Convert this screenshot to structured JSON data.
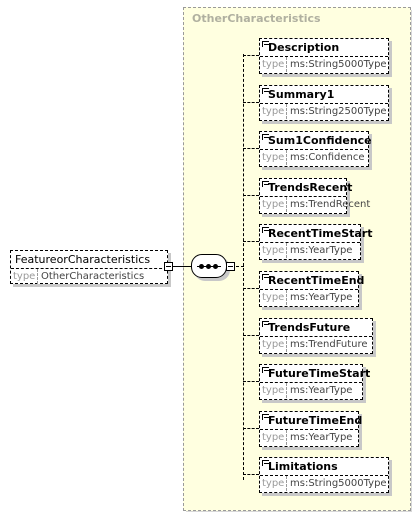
{
  "root": {
    "name": "FeatureorCharacteristics",
    "type_label": "type",
    "type_value": "OtherCharacteristics"
  },
  "complex_type": {
    "title": "OtherCharacteristics"
  },
  "children": [
    {
      "name": "Description",
      "type_label": "type",
      "type_value": "ms:String5000Type"
    },
    {
      "name": "Summary1",
      "type_label": "type",
      "type_value": "ms:String2500Type"
    },
    {
      "name": "Sum1Confidence",
      "type_label": "type",
      "type_value": "ms:Confidence"
    },
    {
      "name": "TrendsRecent",
      "type_label": "type",
      "type_value": "ms:TrendRecent"
    },
    {
      "name": "RecentTimeStart",
      "type_label": "type",
      "type_value": "ms:YearType"
    },
    {
      "name": "RecentTimeEnd",
      "type_label": "type",
      "type_value": "ms:YearType"
    },
    {
      "name": "TrendsFuture",
      "type_label": "type",
      "type_value": "ms:TrendFuture"
    },
    {
      "name": "FutureTimeStart",
      "type_label": "type",
      "type_value": "ms:YearType"
    },
    {
      "name": "FutureTimeEnd",
      "type_label": "type",
      "type_value": "ms:YearType"
    },
    {
      "name": "Limitations",
      "type_label": "type",
      "type_value": "ms:String5000Type"
    }
  ]
}
